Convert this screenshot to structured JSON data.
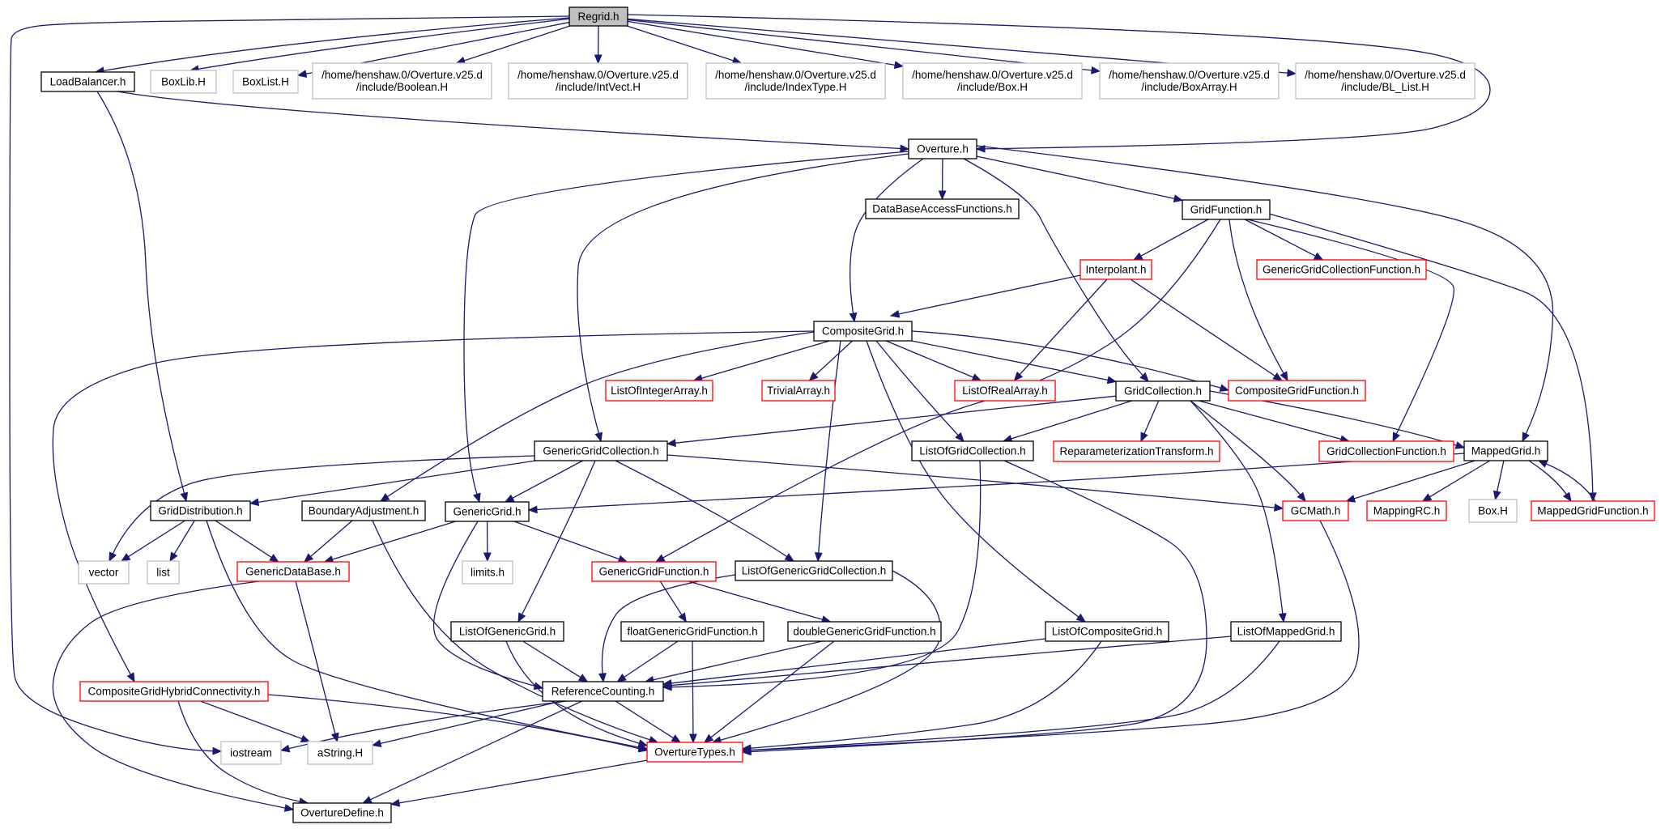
{
  "colors": {
    "edge": "#191970",
    "root_fill": "#bfbfbf",
    "documented_border": "#000000",
    "truncated_border": "#ff0000",
    "external_border": "#bfbfbf",
    "node_fill": "#ffffff"
  },
  "nodes": [
    {
      "id": "regrid",
      "lines": [
        "Regrid.h"
      ],
      "kind": "root"
    },
    {
      "id": "loadbalancer",
      "lines": [
        "LoadBalancer.h"
      ],
      "kind": "documented"
    },
    {
      "id": "boxlib",
      "lines": [
        "BoxLib.H"
      ],
      "kind": "external"
    },
    {
      "id": "boxlist",
      "lines": [
        "BoxList.H"
      ],
      "kind": "external"
    },
    {
      "id": "boolean",
      "lines": [
        "/home/henshaw.0/Overture.v25.d",
        "/include/Boolean.H"
      ],
      "kind": "external"
    },
    {
      "id": "intvect",
      "lines": [
        "/home/henshaw.0/Overture.v25.d",
        "/include/IntVect.H"
      ],
      "kind": "external"
    },
    {
      "id": "indextype",
      "lines": [
        "/home/henshaw.0/Overture.v25.d",
        "/include/IndexType.H"
      ],
      "kind": "external"
    },
    {
      "id": "boxh",
      "lines": [
        "/home/henshaw.0/Overture.v25.d",
        "/include/Box.H"
      ],
      "kind": "external"
    },
    {
      "id": "boxarray",
      "lines": [
        "/home/henshaw.0/Overture.v25.d",
        "/include/BoxArray.H"
      ],
      "kind": "external"
    },
    {
      "id": "bllist",
      "lines": [
        "/home/henshaw.0/Overture.v25.d",
        "/include/BL_List.H"
      ],
      "kind": "external"
    },
    {
      "id": "overture",
      "lines": [
        "Overture.h"
      ],
      "kind": "documented"
    },
    {
      "id": "dbaccess",
      "lines": [
        "DataBaseAccessFunctions.h"
      ],
      "kind": "documented"
    },
    {
      "id": "gridfunction",
      "lines": [
        "GridFunction.h"
      ],
      "kind": "documented"
    },
    {
      "id": "interpolant",
      "lines": [
        "Interpolant.h"
      ],
      "kind": "truncated"
    },
    {
      "id": "ggcfunction",
      "lines": [
        "GenericGridCollectionFunction.h"
      ],
      "kind": "truncated"
    },
    {
      "id": "compositegrid",
      "lines": [
        "CompositeGrid.h"
      ],
      "kind": "documented"
    },
    {
      "id": "listofint",
      "lines": [
        "ListOfIntegerArray.h"
      ],
      "kind": "truncated"
    },
    {
      "id": "trivialarray",
      "lines": [
        "TrivialArray.h"
      ],
      "kind": "truncated"
    },
    {
      "id": "listofreal",
      "lines": [
        "ListOfRealArray.h"
      ],
      "kind": "truncated"
    },
    {
      "id": "gridcollection",
      "lines": [
        "GridCollection.h"
      ],
      "kind": "documented"
    },
    {
      "id": "cgfunction",
      "lines": [
        "CompositeGridFunction.h"
      ],
      "kind": "truncated"
    },
    {
      "id": "ggcollection",
      "lines": [
        "GenericGridCollection.h"
      ],
      "kind": "documented"
    },
    {
      "id": "listofgc",
      "lines": [
        "ListOfGridCollection.h"
      ],
      "kind": "documented"
    },
    {
      "id": "reparam",
      "lines": [
        "ReparameterizationTransform.h"
      ],
      "kind": "truncated"
    },
    {
      "id": "gcfunction",
      "lines": [
        "GridCollectionFunction.h"
      ],
      "kind": "truncated"
    },
    {
      "id": "mappedgrid",
      "lines": [
        "MappedGrid.h"
      ],
      "kind": "documented"
    },
    {
      "id": "griddist",
      "lines": [
        "GridDistribution.h"
      ],
      "kind": "documented"
    },
    {
      "id": "boundaryadj",
      "lines": [
        "BoundaryAdjustment.h"
      ],
      "kind": "documented"
    },
    {
      "id": "genericgrid",
      "lines": [
        "GenericGrid.h"
      ],
      "kind": "documented"
    },
    {
      "id": "gcmath",
      "lines": [
        "GCMath.h"
      ],
      "kind": "truncated"
    },
    {
      "id": "mappingrc",
      "lines": [
        "MappingRC.h"
      ],
      "kind": "truncated"
    },
    {
      "id": "boxh2",
      "lines": [
        "Box.H"
      ],
      "kind": "external"
    },
    {
      "id": "mgfunction",
      "lines": [
        "MappedGridFunction.h"
      ],
      "kind": "truncated"
    },
    {
      "id": "vector",
      "lines": [
        "vector"
      ],
      "kind": "external"
    },
    {
      "id": "list",
      "lines": [
        "list"
      ],
      "kind": "external"
    },
    {
      "id": "gdatabase",
      "lines": [
        "GenericDataBase.h"
      ],
      "kind": "truncated"
    },
    {
      "id": "limits",
      "lines": [
        "limits.h"
      ],
      "kind": "external"
    },
    {
      "id": "ggfunction",
      "lines": [
        "GenericGridFunction.h"
      ],
      "kind": "truncated"
    },
    {
      "id": "listofggc",
      "lines": [
        "ListOfGenericGridCollection.h"
      ],
      "kind": "documented"
    },
    {
      "id": "listofgg",
      "lines": [
        "ListOfGenericGrid.h"
      ],
      "kind": "documented"
    },
    {
      "id": "floatggf",
      "lines": [
        "floatGenericGridFunction.h"
      ],
      "kind": "documented"
    },
    {
      "id": "doubleggf",
      "lines": [
        "doubleGenericGridFunction.h"
      ],
      "kind": "documented"
    },
    {
      "id": "listofcg",
      "lines": [
        "ListOfCompositeGrid.h"
      ],
      "kind": "documented"
    },
    {
      "id": "listofmg",
      "lines": [
        "ListOfMappedGrid.h"
      ],
      "kind": "documented"
    },
    {
      "id": "cghybrid",
      "lines": [
        "CompositeGridHybridConnectivity.h"
      ],
      "kind": "truncated"
    },
    {
      "id": "refcount",
      "lines": [
        "ReferenceCounting.h"
      ],
      "kind": "documented"
    },
    {
      "id": "iostream",
      "lines": [
        "iostream"
      ],
      "kind": "external"
    },
    {
      "id": "astring",
      "lines": [
        "aString.H"
      ],
      "kind": "external"
    },
    {
      "id": "overturetypes",
      "lines": [
        "OvertureTypes.h"
      ],
      "kind": "truncated"
    },
    {
      "id": "overturedefine",
      "lines": [
        "OvertureDefine.h"
      ],
      "kind": "documented"
    }
  ],
  "edges": [
    [
      "regrid",
      "loadbalancer"
    ],
    [
      "regrid",
      "boxlib"
    ],
    [
      "regrid",
      "boxlist"
    ],
    [
      "regrid",
      "boolean"
    ],
    [
      "regrid",
      "intvect"
    ],
    [
      "regrid",
      "indextype"
    ],
    [
      "regrid",
      "boxh"
    ],
    [
      "regrid",
      "boxarray"
    ],
    [
      "regrid",
      "bllist"
    ],
    [
      "regrid",
      "overture"
    ],
    [
      "regrid",
      "iostream"
    ],
    [
      "loadbalancer",
      "overture"
    ],
    [
      "loadbalancer",
      "griddist"
    ],
    [
      "overture",
      "dbaccess"
    ],
    [
      "overture",
      "gridfunction"
    ],
    [
      "overture",
      "compositegrid"
    ],
    [
      "overture",
      "gridcollection"
    ],
    [
      "overture",
      "ggcollection"
    ],
    [
      "overture",
      "genericgrid"
    ],
    [
      "overture",
      "mappedgrid"
    ],
    [
      "gridfunction",
      "interpolant"
    ],
    [
      "gridfunction",
      "ggcfunction"
    ],
    [
      "gridfunction",
      "cgfunction"
    ],
    [
      "gridfunction",
      "gcfunction"
    ],
    [
      "gridfunction",
      "mgfunction"
    ],
    [
      "gridfunction",
      "ggfunction"
    ],
    [
      "interpolant",
      "compositegrid"
    ],
    [
      "interpolant",
      "listofreal"
    ],
    [
      "interpolant",
      "cgfunction"
    ],
    [
      "compositegrid",
      "listofint"
    ],
    [
      "compositegrid",
      "trivialarray"
    ],
    [
      "compositegrid",
      "listofreal"
    ],
    [
      "compositegrid",
      "gridcollection"
    ],
    [
      "compositegrid",
      "cgfunction"
    ],
    [
      "compositegrid",
      "listofgc"
    ],
    [
      "compositegrid",
      "boundaryadj"
    ],
    [
      "compositegrid",
      "cghybrid"
    ],
    [
      "compositegrid",
      "listofggc"
    ],
    [
      "compositegrid",
      "listofcg"
    ],
    [
      "gridcollection",
      "ggcollection"
    ],
    [
      "gridcollection",
      "listofgc"
    ],
    [
      "gridcollection",
      "reparam"
    ],
    [
      "gridcollection",
      "gcfunction"
    ],
    [
      "gridcollection",
      "mappedgrid"
    ],
    [
      "gridcollection",
      "gcmath"
    ],
    [
      "gridcollection",
      "listofmg"
    ],
    [
      "ggcollection",
      "griddist"
    ],
    [
      "ggcollection",
      "genericgrid"
    ],
    [
      "ggcollection",
      "vector"
    ],
    [
      "ggcollection",
      "gcmath"
    ],
    [
      "ggcollection",
      "listofggc"
    ],
    [
      "ggcollection",
      "listofgg"
    ],
    [
      "mappedgrid",
      "genericgrid"
    ],
    [
      "mappedgrid",
      "gcmath"
    ],
    [
      "mappedgrid",
      "mappingrc"
    ],
    [
      "mappedgrid",
      "boxh2"
    ],
    [
      "mappedgrid",
      "mgfunction"
    ],
    [
      "mgfunction",
      "mappedgrid"
    ],
    [
      "listofgc",
      "refcount"
    ],
    [
      "listofgc",
      "overturetypes"
    ],
    [
      "griddist",
      "vector"
    ],
    [
      "griddist",
      "list"
    ],
    [
      "griddist",
      "gdatabase"
    ],
    [
      "griddist",
      "overturetypes"
    ],
    [
      "boundaryadj",
      "gdatabase"
    ],
    [
      "boundaryadj",
      "overturetypes"
    ],
    [
      "genericgrid",
      "gdatabase"
    ],
    [
      "genericgrid",
      "limits"
    ],
    [
      "genericgrid",
      "ggfunction"
    ],
    [
      "genericgrid",
      "refcount"
    ],
    [
      "gcmath",
      "overturetypes"
    ],
    [
      "gdatabase",
      "astring"
    ],
    [
      "gdatabase",
      "overturedefine"
    ],
    [
      "ggfunction",
      "floatggf"
    ],
    [
      "ggfunction",
      "doubleggf"
    ],
    [
      "listofggc",
      "refcount"
    ],
    [
      "listofggc",
      "overturetypes"
    ],
    [
      "listofgg",
      "refcount"
    ],
    [
      "listofgg",
      "overturetypes"
    ],
    [
      "floatggf",
      "refcount"
    ],
    [
      "floatggf",
      "overturetypes"
    ],
    [
      "doubleggf",
      "refcount"
    ],
    [
      "doubleggf",
      "overturetypes"
    ],
    [
      "listofcg",
      "refcount"
    ],
    [
      "listofcg",
      "overturetypes"
    ],
    [
      "listofmg",
      "refcount"
    ],
    [
      "listofmg",
      "overturetypes"
    ],
    [
      "cghybrid",
      "overturetypes"
    ],
    [
      "cghybrid",
      "astring"
    ],
    [
      "cghybrid",
      "overturedefine"
    ],
    [
      "refcount",
      "iostream"
    ],
    [
      "refcount",
      "astring"
    ],
    [
      "refcount",
      "overturetypes"
    ],
    [
      "refcount",
      "overturedefine"
    ],
    [
      "overturetypes",
      "overturedefine"
    ]
  ]
}
